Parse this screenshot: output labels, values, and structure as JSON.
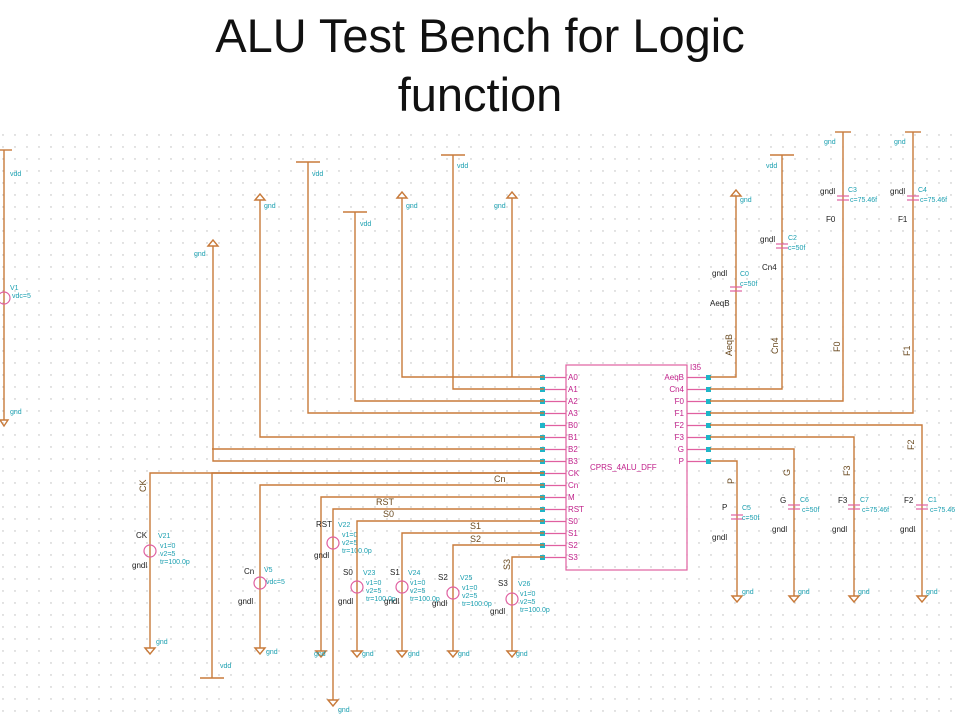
{
  "slide": {
    "title_line1": "ALU Test Bench for Logic",
    "title_line2": "function"
  },
  "alu": {
    "instance": "I35",
    "cell": "CPRS_4ALU_DFF",
    "left_pins": [
      "A0",
      "A1",
      "A2",
      "A3",
      "B0",
      "B1",
      "B2",
      "B3",
      "CK",
      "Cn",
      "M",
      "RST",
      "S0",
      "S1",
      "S2",
      "S3"
    ],
    "right_pins": [
      "AeqB",
      "Cn4",
      "F0",
      "F1",
      "F2",
      "F3",
      "G",
      "P"
    ]
  },
  "nets": {
    "ck": "CK",
    "cn": "Cn",
    "rst": "RST",
    "s0": "S0",
    "s1": "S1",
    "s2": "S2",
    "s3": "S3",
    "aeqb": "AeqB",
    "cn4": "Cn4",
    "f0": "F0",
    "f1": "F1",
    "f2": "F2",
    "f3": "F3",
    "g": "G",
    "p": "P"
  },
  "supplies": {
    "vdd": "vdd",
    "gnd": "gnd",
    "gndl": "gndl"
  },
  "sources": {
    "v1": {
      "name": "V1",
      "param": "vdc=5"
    },
    "v5": {
      "name": "V5",
      "param": "vdc=5",
      "node": "Cn"
    },
    "v21": {
      "name": "V21",
      "node": "CK",
      "p1": "v1=0",
      "p2": "v2=5",
      "p3": "tr=100.0p"
    },
    "v22": {
      "name": "V22",
      "node": "RST",
      "p1": "v1=0",
      "p2": "v2=5",
      "p3": "tr=100.0p"
    },
    "v23": {
      "name": "V23",
      "node": "S0",
      "p1": "v1=0",
      "p2": "v2=5",
      "p3": "tr=100.0p"
    },
    "v24": {
      "name": "V24",
      "node": "S1",
      "p1": "v1=0",
      "p2": "v2=5",
      "p3": "tr=100.0p"
    },
    "v25": {
      "name": "V25",
      "node": "S2",
      "p1": "v1=0",
      "p2": "v2=5",
      "p3": "tr=100.0p"
    },
    "v26": {
      "name": "V26",
      "node": "S3",
      "p1": "v1=0",
      "p2": "v2=5",
      "p3": "tr=100.0p"
    }
  },
  "caps": {
    "c0": {
      "name": "C0",
      "value": "c=50f",
      "node": "AeqB"
    },
    "c2": {
      "name": "C2",
      "value": "c=50f",
      "node": "Cn4"
    },
    "c3": {
      "name": "C3",
      "value": "c=75.46f",
      "node": "F0"
    },
    "c4": {
      "name": "C4",
      "value": "c=75.46f",
      "node": "F1"
    },
    "c5": {
      "name": "C5",
      "value": "c=50f",
      "node": "P"
    },
    "c6": {
      "name": "C6",
      "value": "c=50f",
      "node": "G"
    },
    "c7": {
      "name": "C7",
      "value": "c=75.46f",
      "node": "F3"
    },
    "c1": {
      "name": "C1",
      "value": "c=75.46",
      "node": "F2"
    }
  }
}
